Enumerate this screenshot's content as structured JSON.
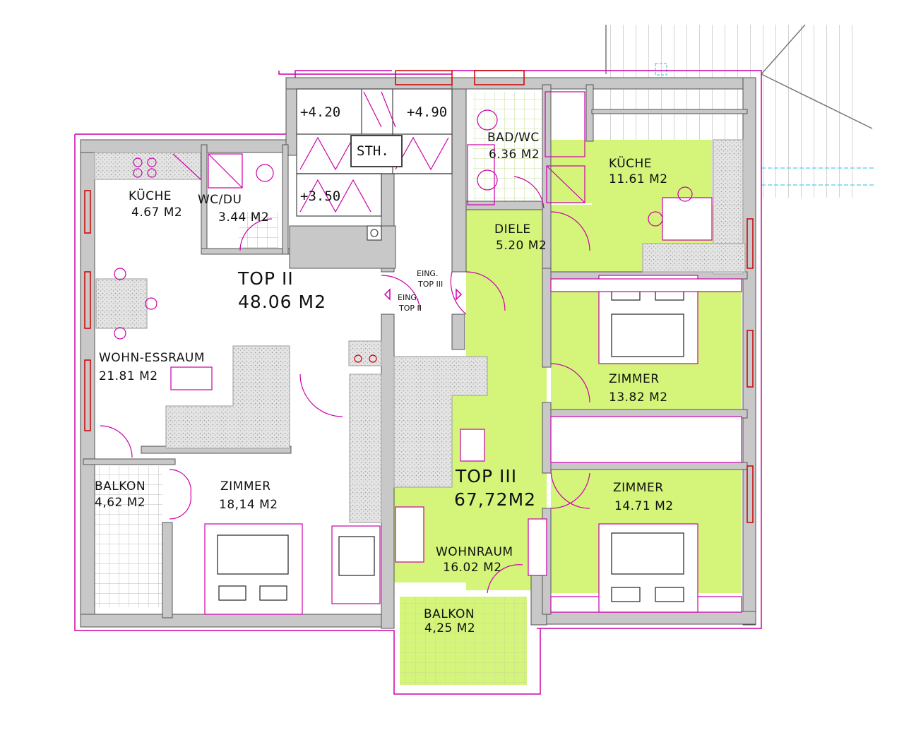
{
  "colors": {
    "wall": "#c8c8c8",
    "outline": "#cc00aa",
    "highlight": "#d4f57a",
    "window": "#cc0000",
    "terrace": "#6fd6ec"
  },
  "units": {
    "top2": {
      "name": "TOP II",
      "area": "48.06 M2"
    },
    "top3": {
      "name": "TOP III",
      "area": "67,72M2"
    }
  },
  "rooms": {
    "kueche_left": {
      "name": "KÜCHE",
      "area": "4.67 M2"
    },
    "wc_du": {
      "name": "WC/DU",
      "area": "3.44 M2"
    },
    "wohn_ess": {
      "name": "WOHN-ESSRAUM",
      "area": "21.81 M2"
    },
    "balkon_left": {
      "name": "BALKON",
      "area": "4,62 M2"
    },
    "zimmer_left": {
      "name": "ZIMMER",
      "area": "18,14 M2"
    },
    "bad_wc": {
      "name": "BAD/WC",
      "area": "6.36 M2"
    },
    "kueche_right": {
      "name": "KÜCHE",
      "area": "11.61 M2"
    },
    "diele": {
      "name": "DIELE",
      "area": "5.20 M2"
    },
    "zimmer_upper": {
      "name": "ZIMMER",
      "area": "13.82 M2"
    },
    "zimmer_lower": {
      "name": "ZIMMER",
      "area": "14.71 M2"
    },
    "wohnraum": {
      "name": "WOHNRAUM",
      "area": "16.02 M2"
    },
    "balkon_bottom": {
      "name": "BALKON",
      "area": "4,25 M2"
    }
  },
  "stair": {
    "level_1": "+4.20",
    "level_2": "+4.90",
    "level_3": "+3.50",
    "label": "STH."
  },
  "entrances": {
    "top3": {
      "line1": "EING.",
      "line2": "TOP III"
    },
    "top2": {
      "line1": "EING.",
      "line2": "TOP II"
    }
  }
}
